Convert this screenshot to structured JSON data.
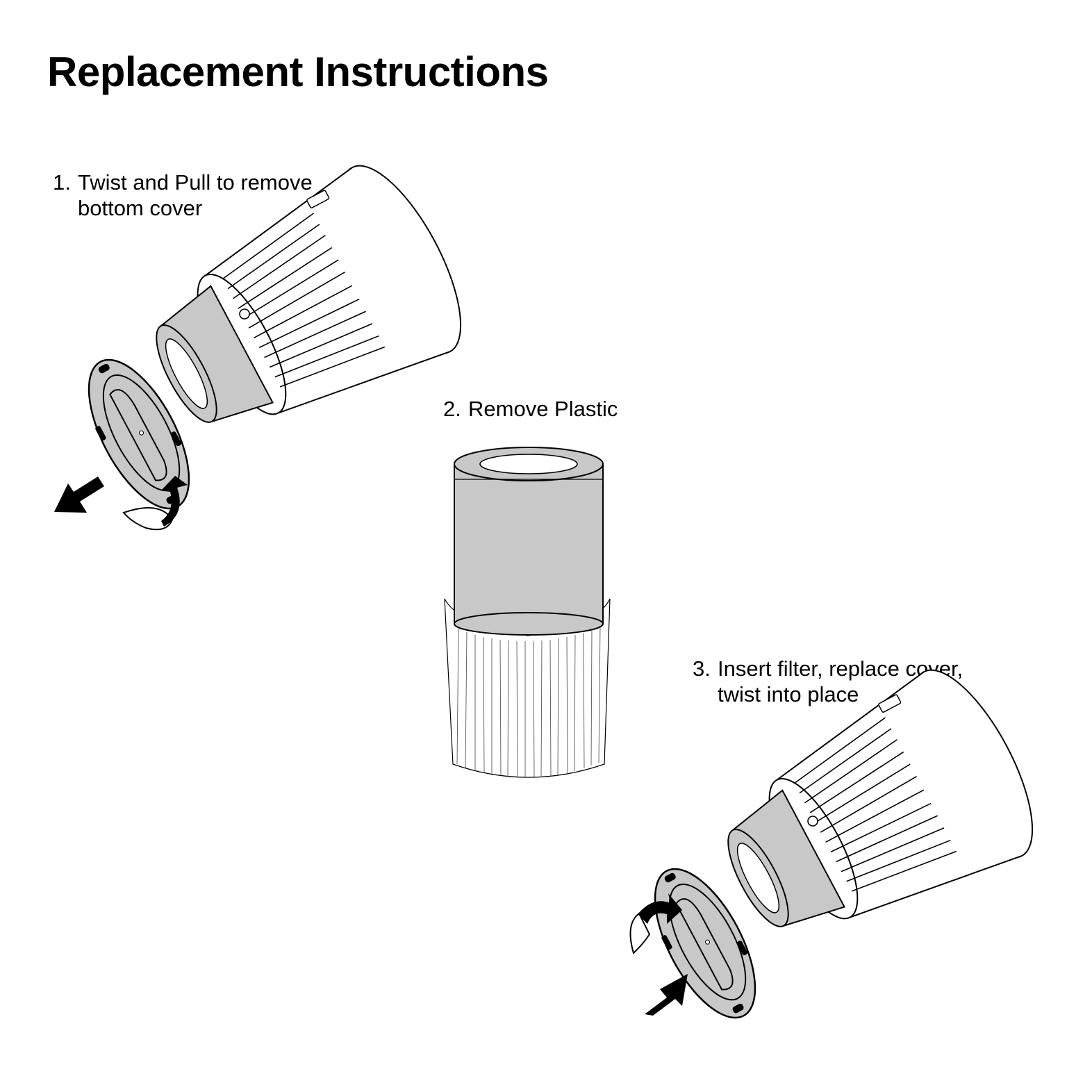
{
  "title": "Replacement Instructions",
  "steps": [
    {
      "number": "1.",
      "line1": "Twist and Pull to remove",
      "line2": "bottom cover"
    },
    {
      "number": "2.",
      "line1": "Remove Plastic",
      "line2": ""
    },
    {
      "number": "3.",
      "line1": "Insert filter, replace cover,",
      "line2": "twist into place"
    }
  ],
  "colors": {
    "ink": "#000000",
    "filter_gray": "#c8c8c8",
    "paper": "#ffffff"
  },
  "icons": [
    "pull-arrow-icon",
    "twist-arrow-icon",
    "push-arrow-icon",
    "power-button-icon"
  ]
}
